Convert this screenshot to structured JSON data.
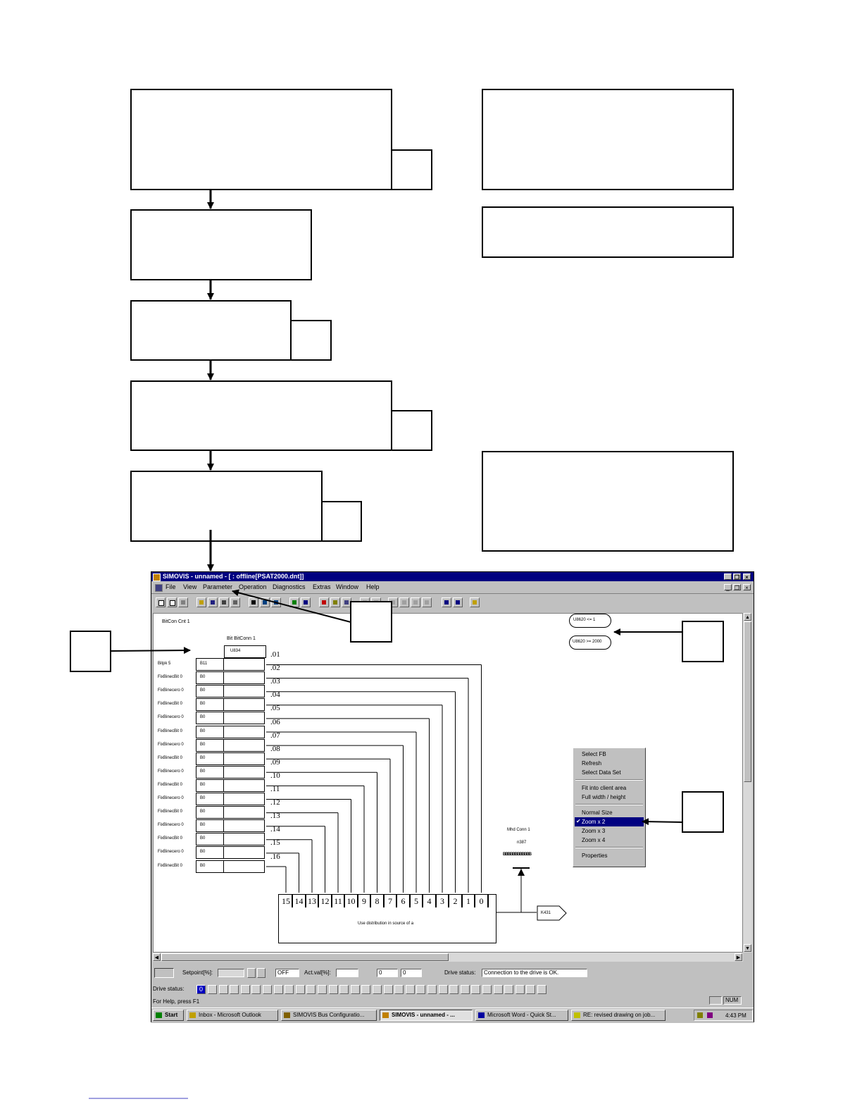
{
  "window": {
    "title": "SIMOVIS - unnamed - [ : offline[PSAT2000.dnt]]",
    "menu": [
      "File",
      "View",
      "Parameter",
      "Operation",
      "Diagnostics",
      "Extras",
      "Window",
      "Help"
    ]
  },
  "diagram": {
    "header_label": "BitCon Cnt 1",
    "top_block_label": "Bit BitConn 1",
    "top_cell": "U834",
    "first_row": {
      "label": "Bitpk 5",
      "value": "B11"
    },
    "row_labels": [
      "FixBinecBit 0",
      "FixBinecero 0",
      "FixBinecBit 0",
      "FixBinecero 0",
      "FixBinecBit 0",
      "FixBinecero 0",
      "FixBinecBit 0",
      "FixBinecero 0",
      "FixBinecBit 0",
      "FixBinecero 0",
      "FixBinecBit 0",
      "FixBinecero 0",
      "FixBinecBit 0",
      "FixBinecero 0",
      "FixBinecBit 0"
    ],
    "row_value": "B0",
    "bit_tags": [
      ".01",
      ".02",
      ".03",
      ".04",
      ".05",
      ".06",
      ".07",
      ".08",
      ".09",
      ".10",
      ".11",
      ".12",
      ".13",
      ".14",
      ".15",
      ".16"
    ],
    "bits": [
      "15",
      "14",
      "13",
      "12",
      "11",
      "10",
      "9",
      "8",
      "7",
      "6",
      "5",
      "4",
      "3",
      "2",
      "1",
      "0"
    ],
    "bottom_block_label": "Use distribution in source of a",
    "output_label": "K431",
    "right_block_label": "Mhd Conn 1",
    "right_value": "n387",
    "bus_label": "BBBBBBBBBBBB",
    "pill_1": "U8620 <= 1",
    "pill_2": "U8620 >= 2000"
  },
  "context_menu": {
    "items": [
      "Select FB",
      "Refresh",
      "Select Data Set",
      "Fit into client area",
      "Full width / height",
      "Normal Size",
      "Zoom x 2",
      "Zoom x 3",
      "Zoom x 4",
      "Properties"
    ],
    "selected": "Zoom x 2"
  },
  "status": {
    "setpoint_label": "Setpoint[%]:",
    "setpoint_value": "",
    "off_value": "OFF",
    "actval_label": "Act.val[%]:",
    "actval_value": "",
    "field_a": "0",
    "field_b": "0",
    "drive_status_label": "Drive status:",
    "drive_status_value": "Connection to the drive is OK.",
    "drive_status2_label": "Drive status:",
    "drive_status2_value": "0",
    "help_text": "For Help, press F1",
    "num_indicator": "NUM"
  },
  "taskbar": {
    "start": "Start",
    "tasks": [
      "Inbox - Microsoft Outlook",
      "SIMOVIS Bus Configuratio...",
      "SIMOVIS - unnamed - ...",
      "Microsoft Word - Quick St...",
      "RE: revised drawing on job..."
    ],
    "clock": "4:43 PM"
  }
}
